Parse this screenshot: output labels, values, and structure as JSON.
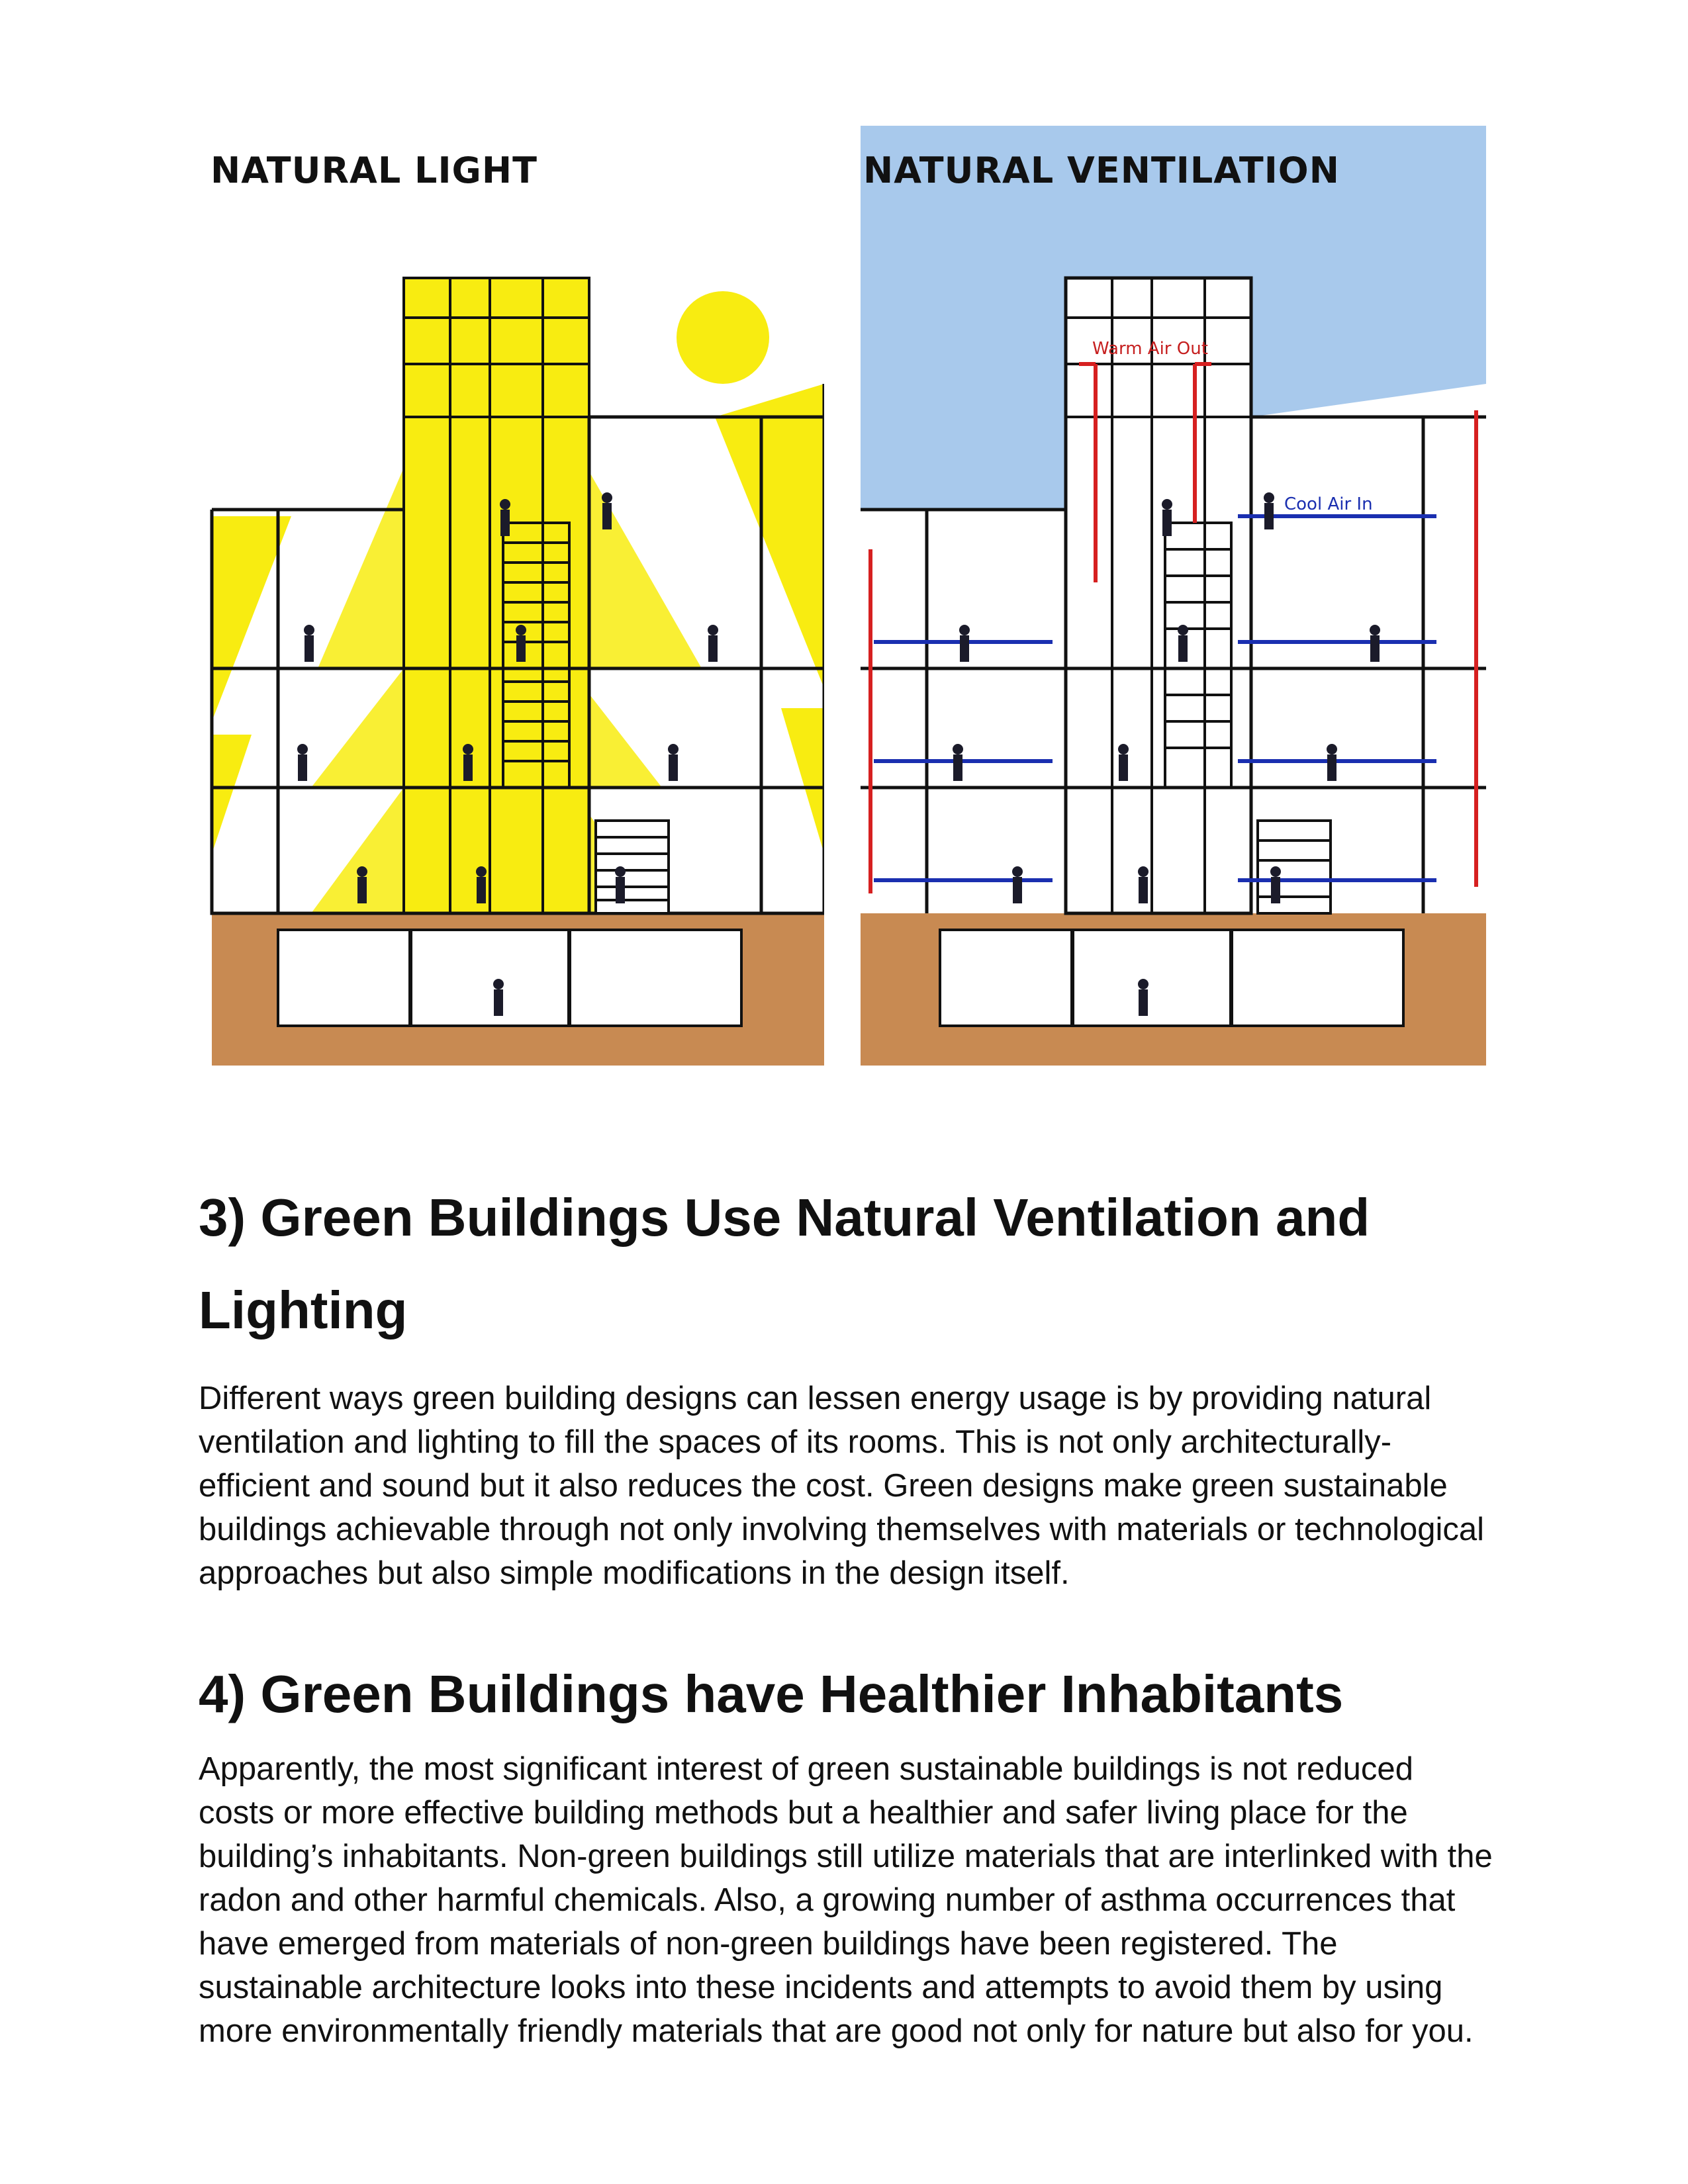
{
  "figure": {
    "light_panel": {
      "title": "NATURAL LIGHT"
    },
    "ventilation_panel": {
      "title": "NATURAL VENTILATION",
      "label_warm": "Warm Air Out",
      "label_cool": "Cool Air In"
    },
    "colors": {
      "light_yellow": "#f8ec11",
      "sky_blue": "#a8c9ec",
      "ground": "#c88a52",
      "warm_arrow": "#d62020",
      "cool_arrow": "#1a2fb0"
    }
  },
  "section3": {
    "heading": "3) Green Buildings Use Natural Ventilation and Lighting",
    "paragraph": "Different ways green building designs can lessen energy usage is by providing natural ventilation and lighting to fill the spaces of its rooms. This is not only architecturally-efficient and sound but it also reduces the cost. Green designs make green sustainable buildings achievable through not only involving themselves with materials or technological approaches but also simple modifications in the design itself."
  },
  "section4": {
    "heading": "4) Green Buildings have Healthier Inhabitants",
    "paragraph": "Apparently, the most significant interest of green sustainable buildings is not reduced costs or more effective building methods but a healthier and safer living place for the building’s inhabitants. Non-green buildings still utilize materials that are interlinked with the radon and other harmful chemicals. Also, a growing number of asthma occurrences that have emerged from materials of non-green buildings have been registered. The sustainable architecture looks into these incidents and attempts to avoid them by using more environmentally friendly materials that are good not only for nature but also for you."
  }
}
